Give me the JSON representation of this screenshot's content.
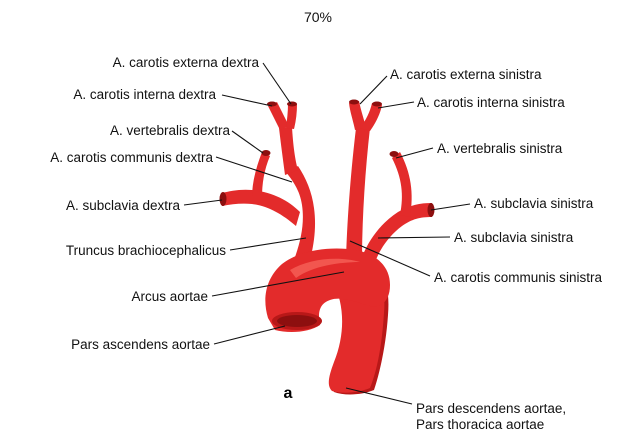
{
  "zoom": "70%",
  "figure_letter": "a",
  "labels": {
    "ext_dextra": "A. carotis externa dextra",
    "int_dextra": "A. carotis interna dextra",
    "vert_dextra": "A. vertebralis dextra",
    "comm_dextra": "A. carotis communis dextra",
    "sub_dextra": "A. subclavia dextra",
    "truncus": "Truncus brachiocephalicus",
    "arcus": "Arcus aortae",
    "ascendens": "Pars ascendens aortae",
    "ext_sinistra": "A. carotis externa sinistra",
    "int_sinistra": "A. carotis interna sinistra",
    "vert_sinistra": "A. vertebralis sinistra",
    "sub_sinistra_1": "A. subclavia sinistra",
    "sub_sinistra_2": "A. subclavia sinistra",
    "comm_sinistra": "A. carotis communis sinistra",
    "descendens_1": "Pars descendens aortae,",
    "descendens_2": "Pars thoracica aortae"
  },
  "colors": {
    "vessel": "#e32b2b",
    "vessel_dark": "#b81818",
    "lumen": "#8d0f0f",
    "text": "#111111"
  }
}
